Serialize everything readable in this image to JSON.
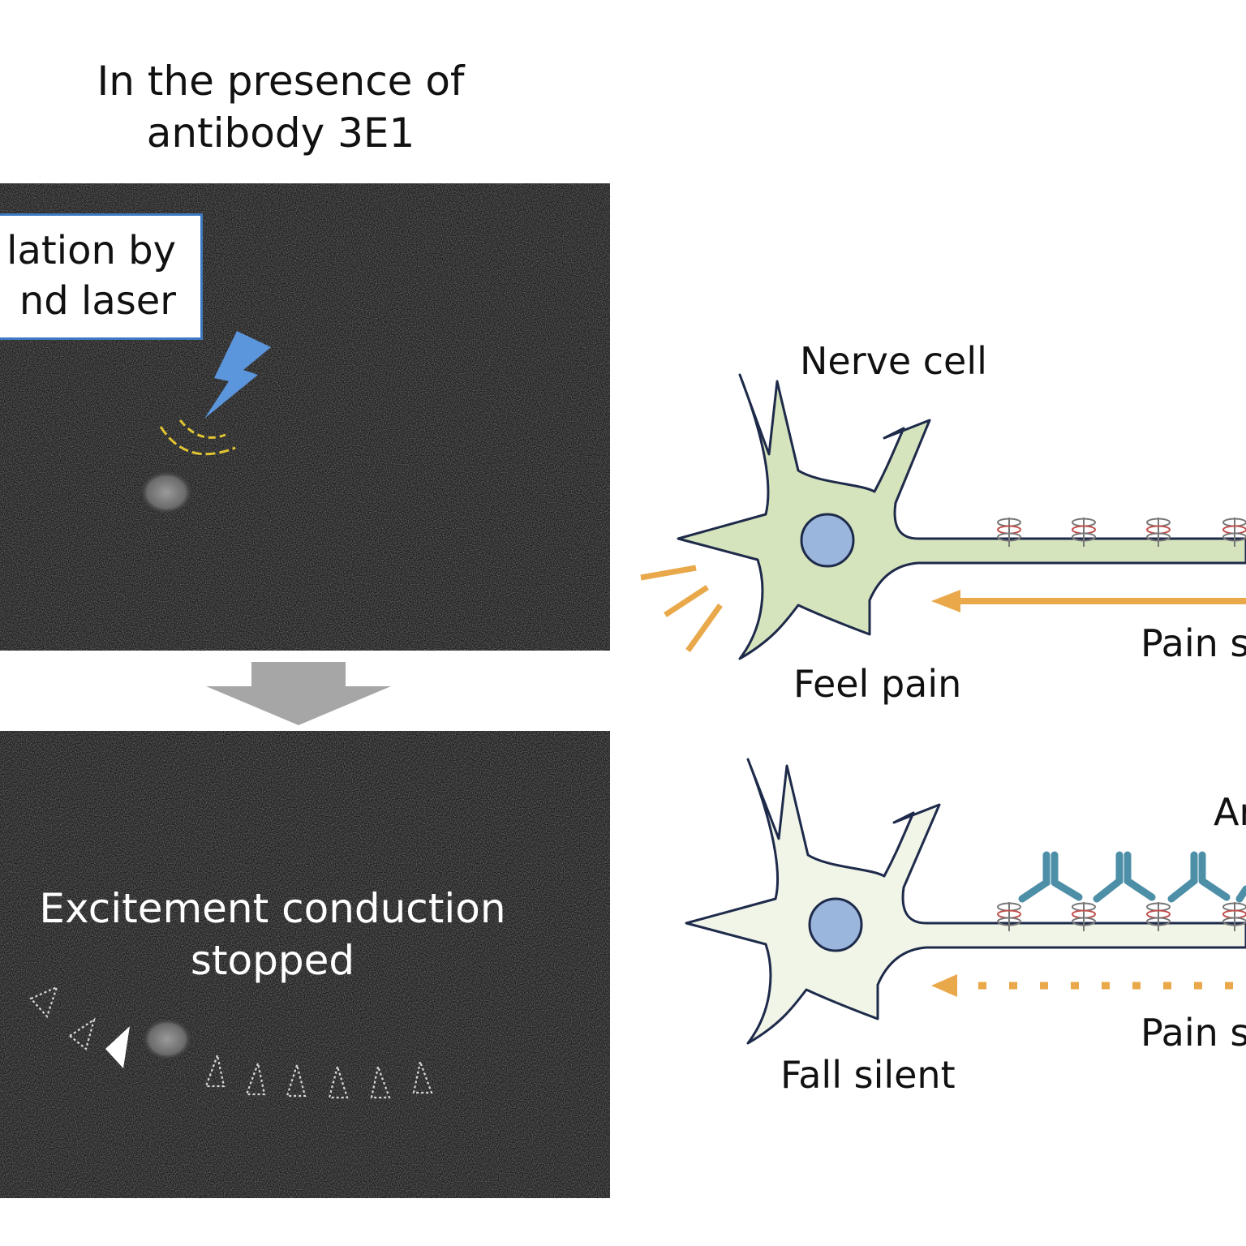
{
  "header": {
    "title_line1": "In the presence of",
    "title_line2": "antibody 3E1"
  },
  "top_panel": {
    "callout_line1": "lation by",
    "callout_line2": "nd laser"
  },
  "bottom_panel": {
    "overlay_line1": "Excitement conduction",
    "overlay_line2": "stopped"
  },
  "diagram_top": {
    "cell_label": "Nerve cell",
    "outcome_label": "Feel pain",
    "signal_label": "Pain s"
  },
  "diagram_bottom": {
    "antibody_label": "Ar",
    "outcome_label": "Fall silent",
    "signal_label": "Pain s"
  },
  "colors": {
    "signal_arrow": "#e9a84a",
    "active_cell": "#d6e4bd",
    "silent_cell": "#f1f5e8",
    "nucleus": "#9ab6dd",
    "antibody": "#4e8fa8",
    "laser": "#5b95db",
    "callout_border": "#3d79c2"
  }
}
